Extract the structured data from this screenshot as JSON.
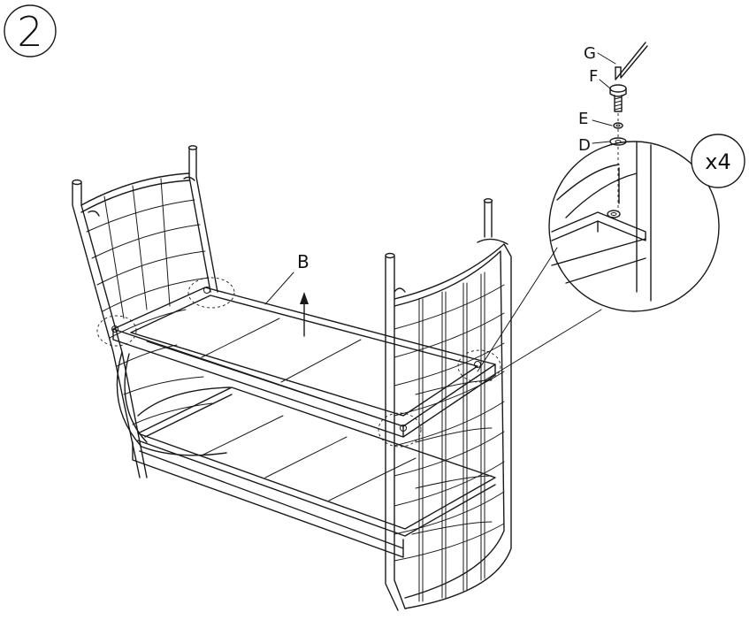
{
  "step": {
    "number": "2"
  },
  "labels": {
    "frame": "B",
    "key": "G",
    "bolt": "F",
    "lock_washer": "E",
    "flat_washer": "D"
  },
  "quantity": "x4",
  "icons": [
    "hex-key-icon",
    "bolt-icon",
    "lock-washer-icon",
    "flat-washer-icon",
    "up-arrow-icon"
  ]
}
